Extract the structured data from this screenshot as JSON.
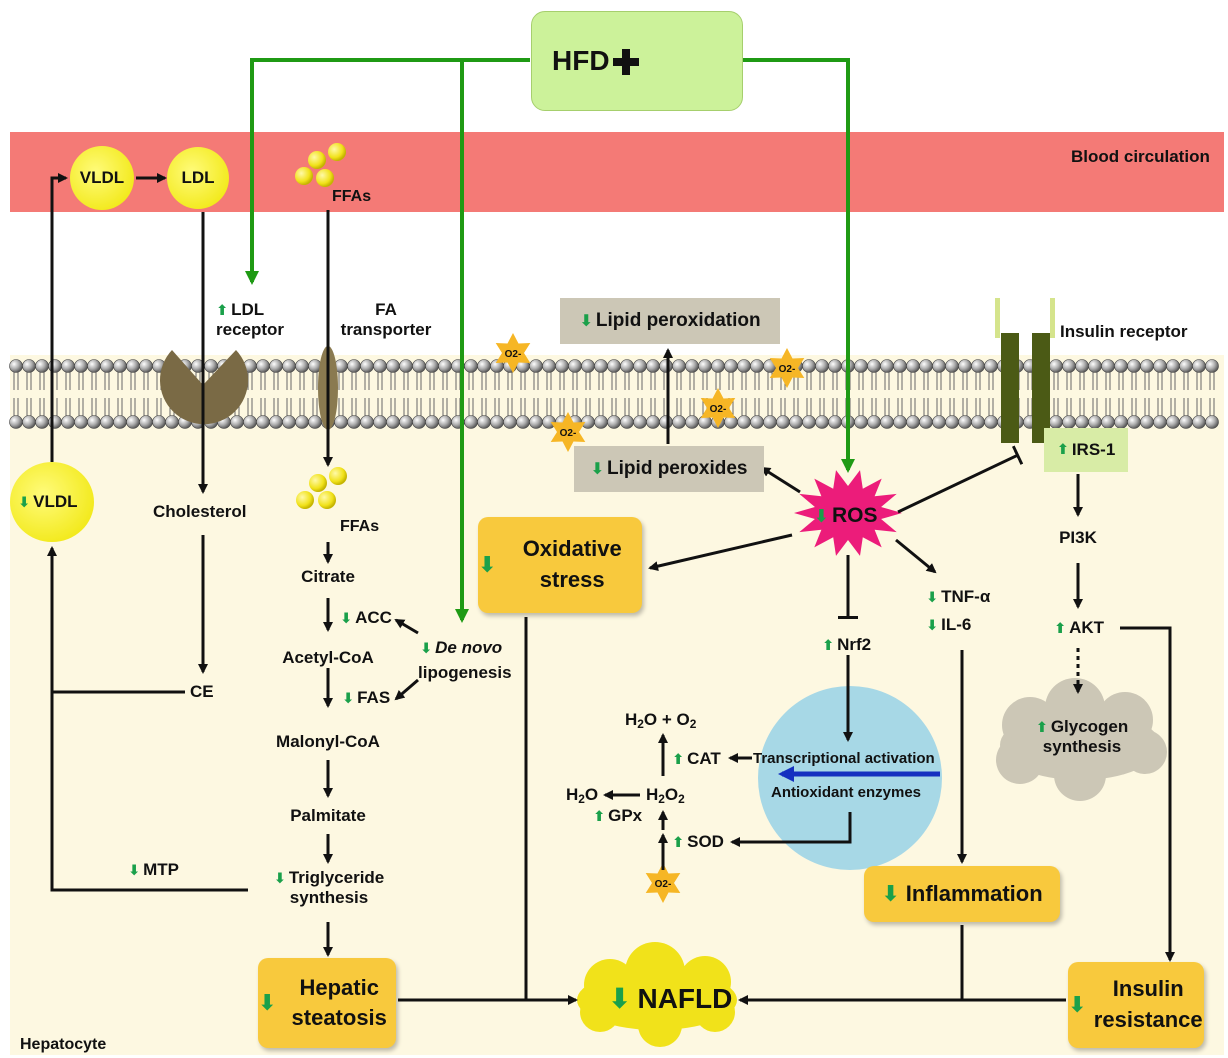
{
  "header": {
    "hfd": "HFD"
  },
  "regions": {
    "blood": "Blood circulation",
    "hepatocyte": "Hepatocyte"
  },
  "labels": {
    "vldl_blood": "VLDL",
    "ldl": "LDL",
    "ffas_blood": "FFAs",
    "ldl_receptor": "LDL receptor",
    "fa_transporter": "FA transporter",
    "insulin_receptor": "Insulin receptor",
    "lipid_peroxidation": "Lipid peroxidation",
    "lipid_peroxides": "Lipid peroxides",
    "superoxide": "O2-",
    "vldl_cell": "VLDL",
    "cholesterol": "Cholesterol",
    "ffas_cell": "FFAs",
    "citrate": "Citrate",
    "acc": "ACC",
    "acetyl_coa": "Acetyl-CoA",
    "de_novo": "De novo",
    "lipogenesis": "lipogenesis",
    "fas": "FAS",
    "malonyl_coa": "Malonyl-CoA",
    "palmitate": "Palmitate",
    "triglyceride": "Triglyceride synthesis",
    "mtp": "MTP",
    "ce": "CE",
    "oxidative_stress": "Oxidative stress",
    "ros": "ROS",
    "tnf": "TNF-α",
    "il6": "IL-6",
    "nrf2": "Nrf2",
    "transcriptional": "Transcriptional activation",
    "antioxidant": "Antioxidant enzymes",
    "cat": "CAT",
    "gpx": "GPx",
    "sod": "SOD",
    "irs1": "IRS-1",
    "pi3k": "PI3K",
    "akt": "AKT",
    "glycogen": "Glycogen synthesis",
    "hepatic_steatosis": "Hepatic steatosis",
    "nafld": "NAFLD",
    "inflammation": "Inflammation",
    "insulin_resistance": "Insulin resistance"
  },
  "colors": {
    "blood": "#f47a76",
    "cytoplasm": "#fdf8e1",
    "hfd_box": "#ccf29a",
    "green_arrow": "#1f9a14",
    "arrow_indicator": "#1aa04a",
    "yellow_box": "#f8c93d",
    "ros": "#ec1c7a",
    "nucleus": "#a7d8e6",
    "receptor": "#4b5a15"
  }
}
